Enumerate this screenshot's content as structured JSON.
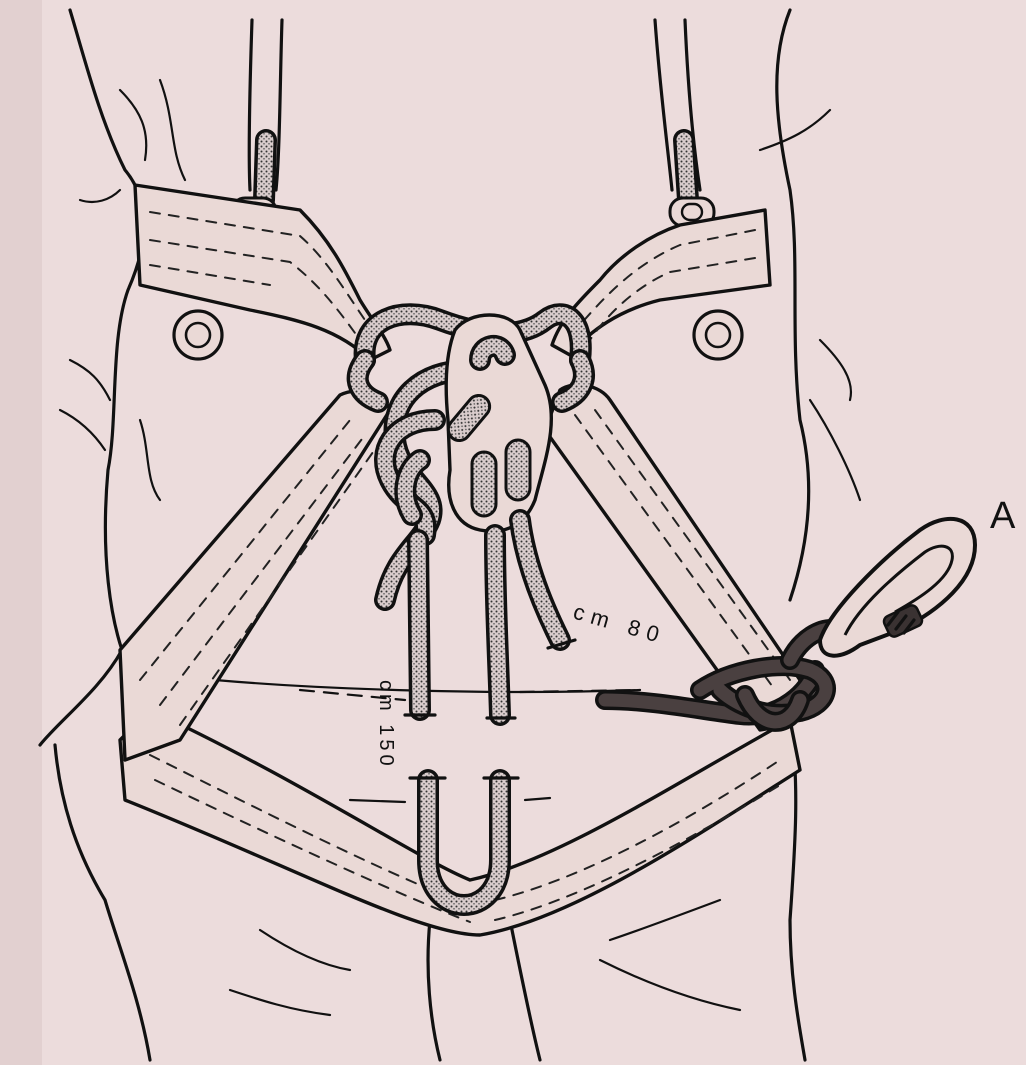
{
  "figure": {
    "callout_a": "A",
    "measure_80": "cm 80",
    "measure_150": "cm 150"
  },
  "colors": {
    "paper": "#ecdcdc",
    "ink": "#111111",
    "rope_fill": "#cfc2c2"
  }
}
